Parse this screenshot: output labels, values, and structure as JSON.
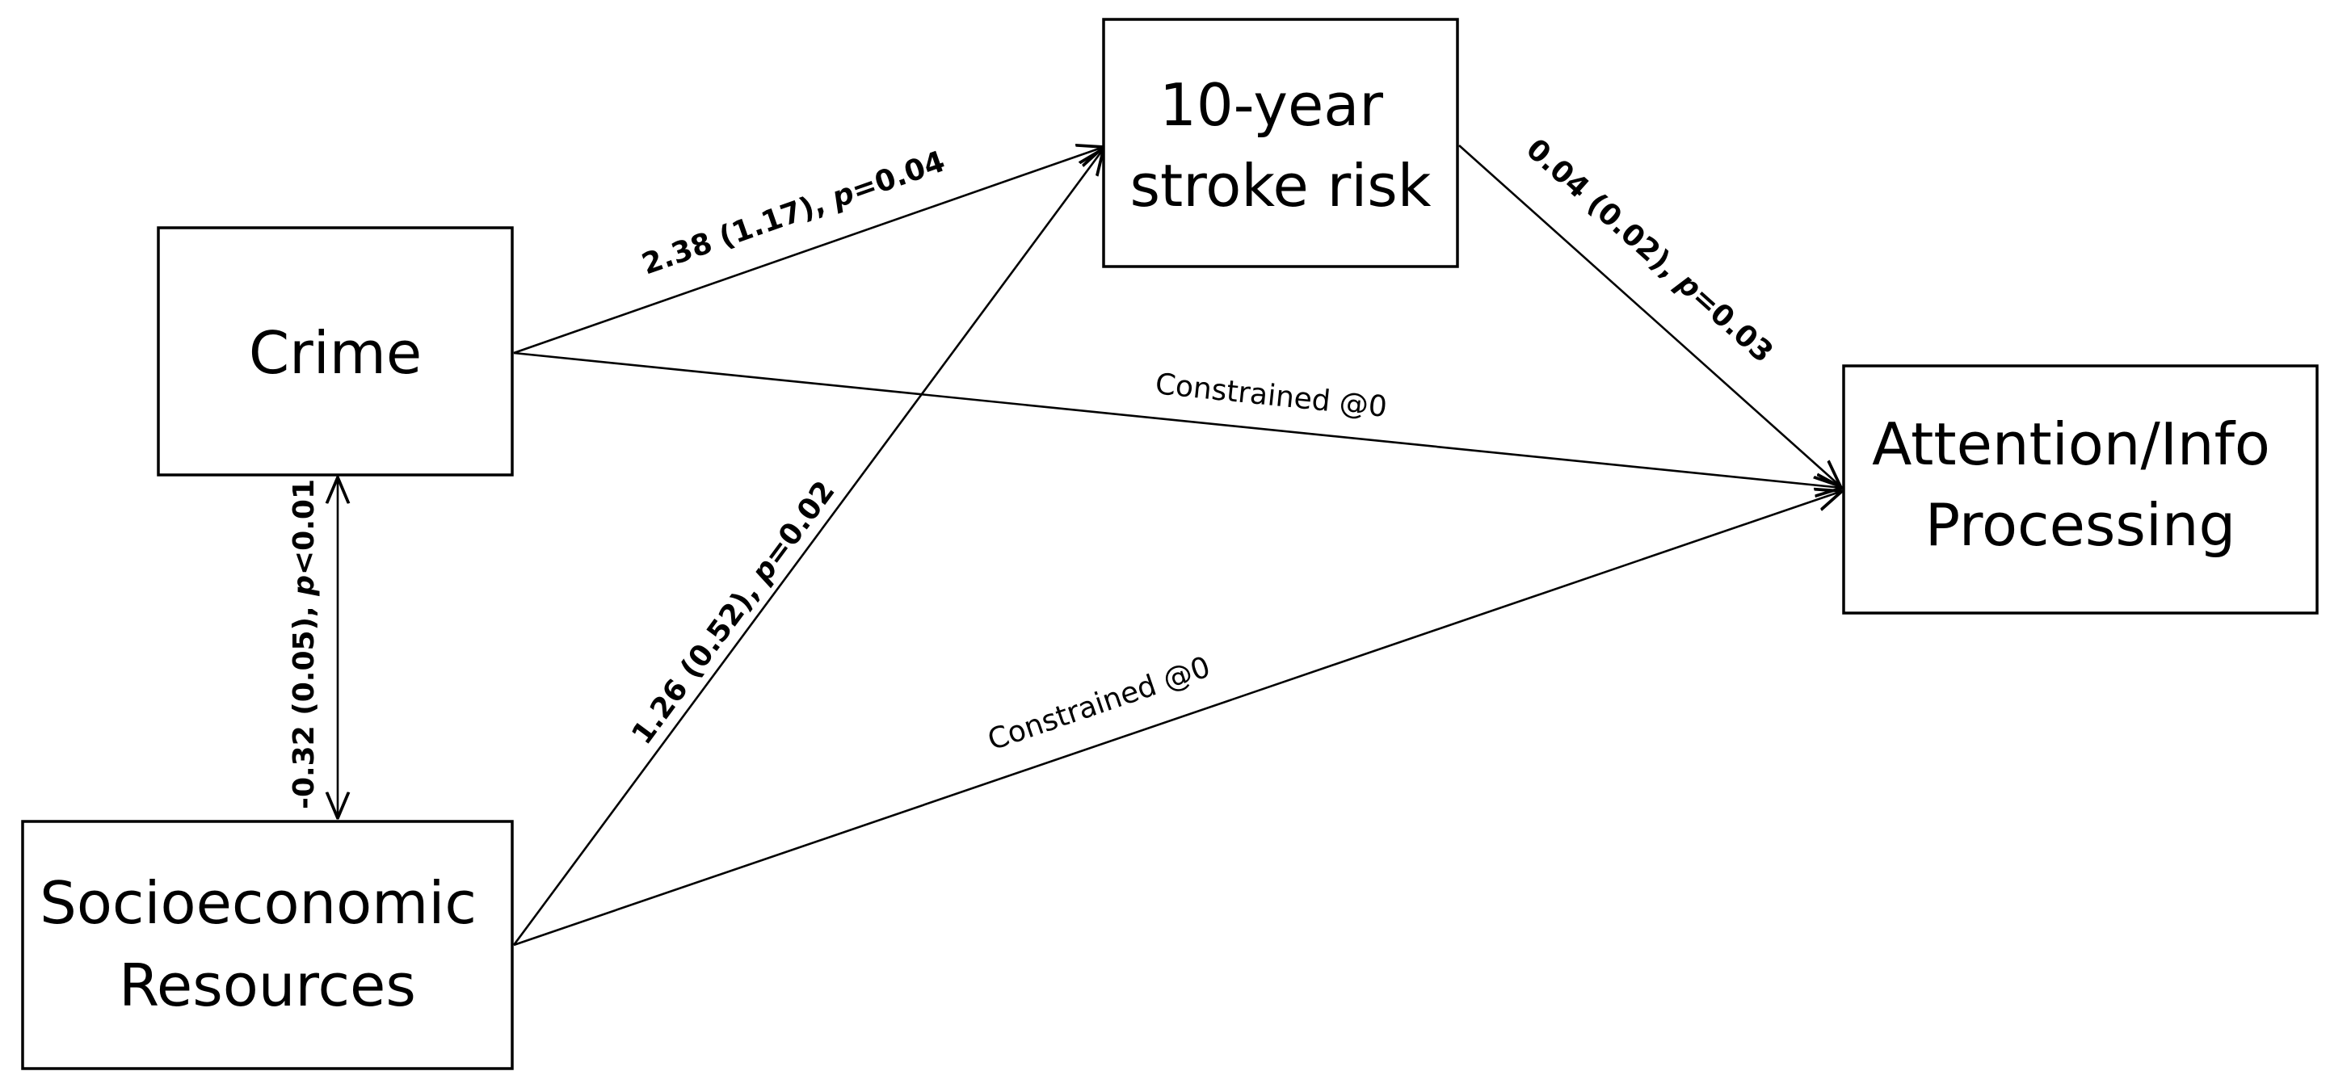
{
  "nodes": {
    "crime": {
      "lines": [
        "Crime"
      ]
    },
    "stroke_risk": {
      "lines": [
        "10-year",
        "stroke risk"
      ]
    },
    "attention": {
      "lines": [
        "Attention/Info",
        "Processing"
      ]
    },
    "socioeconomic": {
      "lines": [
        "Socioeconomic",
        "Resources"
      ]
    }
  },
  "edges": {
    "crime_to_stroke": {
      "estimate": "2.38 (1.17), ",
      "p_symbol": "p",
      "p_value": "=0.04"
    },
    "stroke_to_attention": {
      "estimate": "0.04 (0.02), ",
      "p_symbol": "p",
      "p_value": "=0.03"
    },
    "crime_to_attention": {
      "text": "Constrained @0"
    },
    "ses_to_stroke": {
      "estimate": "1.26 (0.52), ",
      "p_symbol": "p",
      "p_value": "=0.02"
    },
    "ses_to_attention": {
      "text": "Constrained @0"
    },
    "crime_ses_covariance": {
      "estimate": "-0.32 (0.05), ",
      "p_symbol": "p",
      "p_value": "<0.01"
    }
  }
}
